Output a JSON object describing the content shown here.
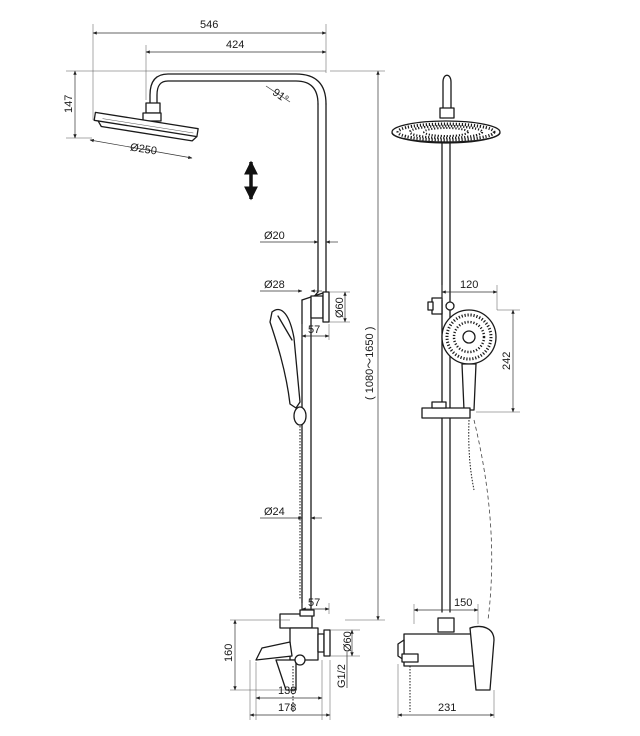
{
  "dimensions": {
    "top_width": "546",
    "arm_length": "424",
    "head_drop": "147",
    "head_diameter": "Ø250",
    "arm_angle": "91°",
    "pipe_top": "Ø20",
    "holder_pipe": "Ø28",
    "holder_plate": "Ø60",
    "holder_offset": "57",
    "height_range": "( 1080～1650 )",
    "pipe_lower": "Ø24",
    "mixer_offset": "57",
    "mixer_plate": "Ø60",
    "mixer_height": "160",
    "inlet_thread": "G1/2",
    "spout_reach": "138",
    "mixer_depth": "178",
    "hand_shower_width": "120",
    "hand_shower_height": "242",
    "inlet_spacing": "150",
    "mixer_width": "231"
  }
}
